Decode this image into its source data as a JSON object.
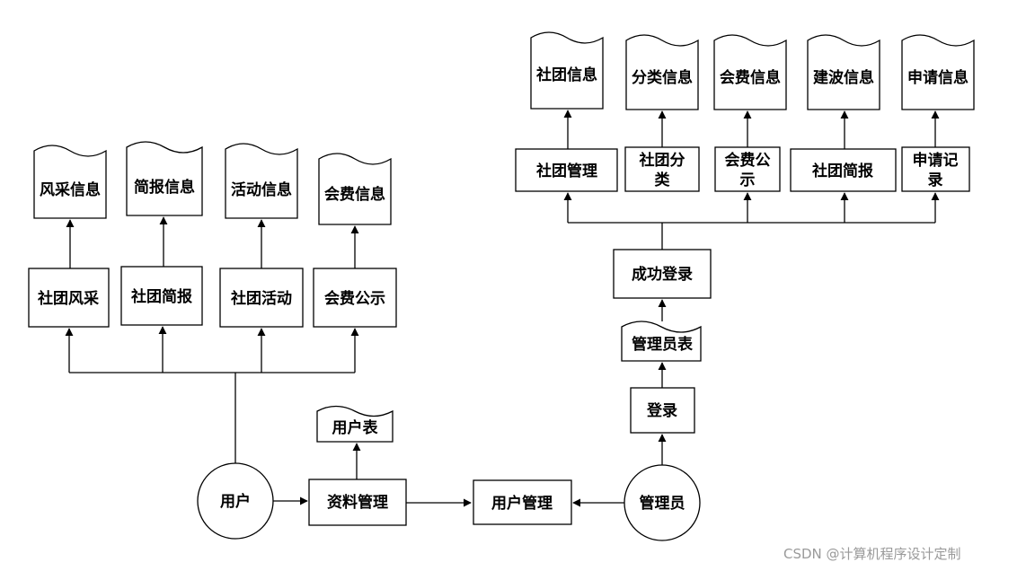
{
  "left_documents": [
    "风采信息",
    "简报信息",
    "活动信息",
    "会费信息"
  ],
  "left_processes": [
    "社团风采",
    "社团简报",
    "社团活动",
    "会费公示"
  ],
  "user": "用户",
  "user_table": "用户表",
  "data_management": "资料管理",
  "user_management": "用户管理",
  "admin": "管理员",
  "login": "登录",
  "admin_table": "管理员表",
  "login_success": "成功登录",
  "right_processes": [
    [
      "社团管理"
    ],
    [
      "社团分",
      "类"
    ],
    [
      "会费公",
      "示"
    ],
    [
      "社团简报"
    ],
    [
      "申请记",
      "录"
    ]
  ],
  "right_documents": [
    "社团信息",
    "分类信息",
    "会费信息",
    "建波信息",
    "申请信息"
  ],
  "watermark": "CSDN @计算机程序设计定制"
}
